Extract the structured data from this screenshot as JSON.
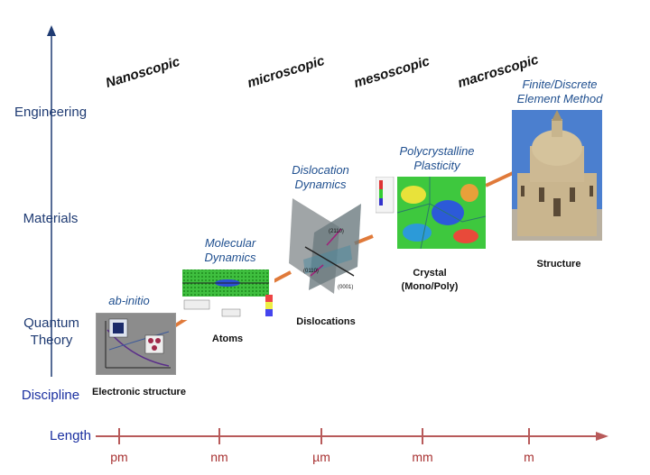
{
  "y_axis": {
    "levels": [
      "Engineering",
      "Materials",
      "Quantum Theory",
      "Discipline"
    ]
  },
  "scales": [
    "Nanoscopic",
    "microscopic",
    "mesoscopic",
    "macroscopic"
  ],
  "methods": {
    "ab_initio": "ab-initio",
    "md": "Molecular Dynamics",
    "dd": "Dislocation Dynamics",
    "pcp": "Polycrystalline Plasticity",
    "fem": "Finite/Discrete Element Method"
  },
  "captions": {
    "electronic": "Electronic structure",
    "atoms": "Atoms",
    "dislocations": "Dislocations",
    "crystal": "Crystal (Mono/Poly)",
    "structure": "Structure"
  },
  "x_axis": {
    "label": "Length",
    "ticks": [
      "pm",
      "nm",
      "µm",
      "mm",
      "m"
    ]
  },
  "image_text": {
    "plane1": "(2110)",
    "plane2": "(0110)",
    "plane3": "(0001)"
  },
  "colors": {
    "axis_blue": "#1f3b73",
    "tick_red": "#a83232",
    "connector_orange": "#e07a3a",
    "method_blue": "#1f4f8f"
  }
}
